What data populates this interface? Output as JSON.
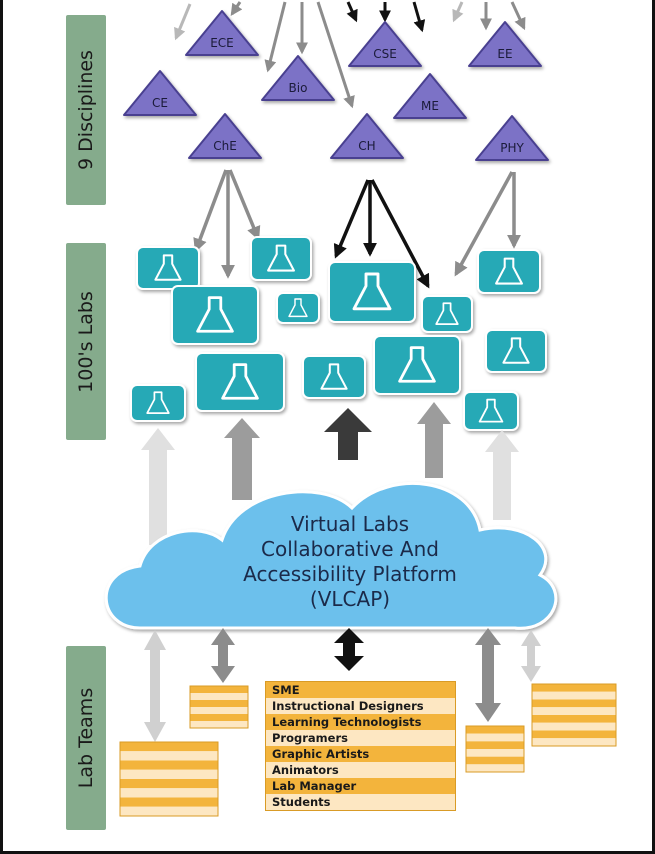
{
  "side_labels": {
    "disciplines": "9 Disciplines",
    "labs": "100's Labs",
    "teams": "Lab Teams"
  },
  "disciplines": [
    "ECE",
    "CSE",
    "EE",
    "CE",
    "Bio",
    "ME",
    "ChE",
    "CH",
    "PHY"
  ],
  "platform": {
    "lines": [
      "Virtual Labs",
      "Collaborative And",
      "Accessibility Platform",
      "(VLCAP)"
    ]
  },
  "roles": [
    "SME",
    "Instructional Designers",
    "Learning Technologists",
    "Programers",
    "Graphic Artists",
    "Animators",
    "Lab Manager",
    "Students"
  ],
  "colors": {
    "triangle": "#7b72c6",
    "lab_tile": "#27a9b6",
    "cloud": "#6cc0ec",
    "side_bar": "#85ab8c",
    "team_dark": "#f3b43c",
    "team_light": "#fde7c2"
  },
  "icons": {
    "lab": "flask-icon"
  }
}
